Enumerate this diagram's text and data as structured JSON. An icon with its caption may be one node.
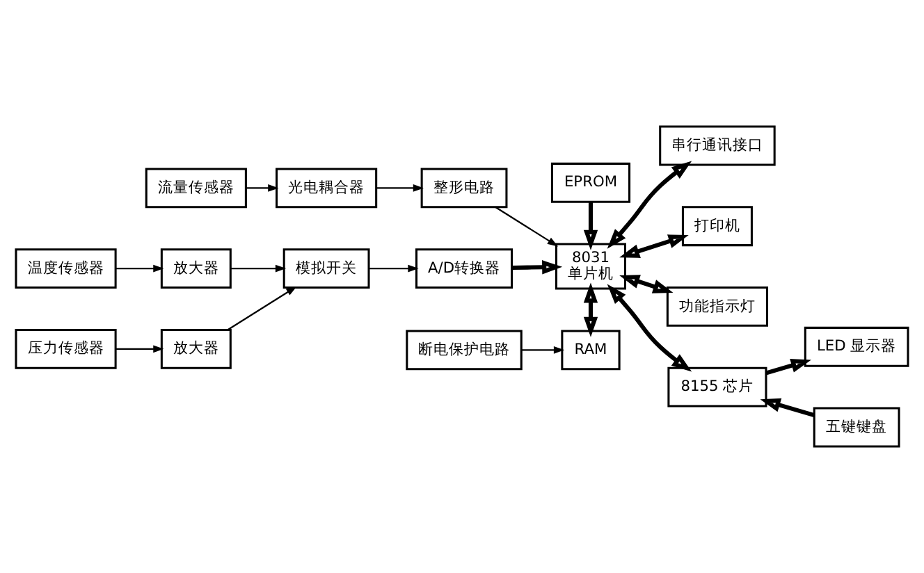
{
  "diagram": {
    "nodes": [
      {
        "text": [
          "EPROM"
        ]
      },
      {
        "text": [
          "流量传感器"
        ]
      },
      {
        "text": [
          "光电耦合器"
        ]
      },
      {
        "text": [
          "整形电路"
        ]
      },
      {
        "text": [
          "温度传感器"
        ]
      },
      {
        "text": [
          "放大器"
        ]
      },
      {
        "text": [
          "压力传感器"
        ]
      },
      {
        "text": [
          "放大器"
        ]
      },
      {
        "text": [
          "模拟开关"
        ]
      },
      {
        "text": [
          "A/D转换器"
        ]
      },
      {
        "text": [
          "8031",
          "单片机"
        ]
      },
      {
        "text": [
          "断电保护电路"
        ]
      },
      {
        "text": [
          "RAM"
        ]
      },
      {
        "text": [
          "串行通讯接口"
        ]
      },
      {
        "text": [
          "打印机"
        ]
      },
      {
        "text": [
          "功能指示灯"
        ]
      },
      {
        "text": [
          "8155 芯片"
        ]
      },
      {
        "text": [
          "LED 显示器"
        ]
      },
      {
        "text": [
          "五键键盘"
        ]
      }
    ],
    "edges": [
      {
        "from": 1,
        "to": 2,
        "arrow": "to"
      },
      {
        "from": 2,
        "to": 3,
        "arrow": "to"
      },
      {
        "from": 3,
        "to": 10,
        "arrow": "to"
      },
      {
        "from": 4,
        "to": 5,
        "arrow": "to"
      },
      {
        "from": 5,
        "to": 8,
        "arrow": "to"
      },
      {
        "from": 6,
        "to": 7,
        "arrow": "to"
      },
      {
        "from": 7,
        "to": 8,
        "arrow": "to"
      },
      {
        "from": 8,
        "to": 9,
        "arrow": "to"
      },
      {
        "from": 9,
        "to": 10,
        "arrow": "to",
        "style": "thick"
      },
      {
        "from": 0,
        "to": 10,
        "arrow": "to",
        "style": "thick"
      },
      {
        "from": 10,
        "to": 12,
        "arrow": "both",
        "style": "thick"
      },
      {
        "from": 11,
        "to": 12,
        "arrow": "to"
      },
      {
        "from": 10,
        "to": 13,
        "arrow": "both",
        "style": "thick"
      },
      {
        "from": 10,
        "to": 14,
        "arrow": "both",
        "style": "thick"
      },
      {
        "from": 10,
        "to": 15,
        "arrow": "both",
        "style": "thick"
      },
      {
        "from": 10,
        "to": 16,
        "arrow": "both",
        "style": "thick"
      },
      {
        "from": 16,
        "to": 17,
        "arrow": "to",
        "style": "thick"
      },
      {
        "from": 18,
        "to": 16,
        "arrow": "to",
        "style": "thick"
      }
    ]
  }
}
